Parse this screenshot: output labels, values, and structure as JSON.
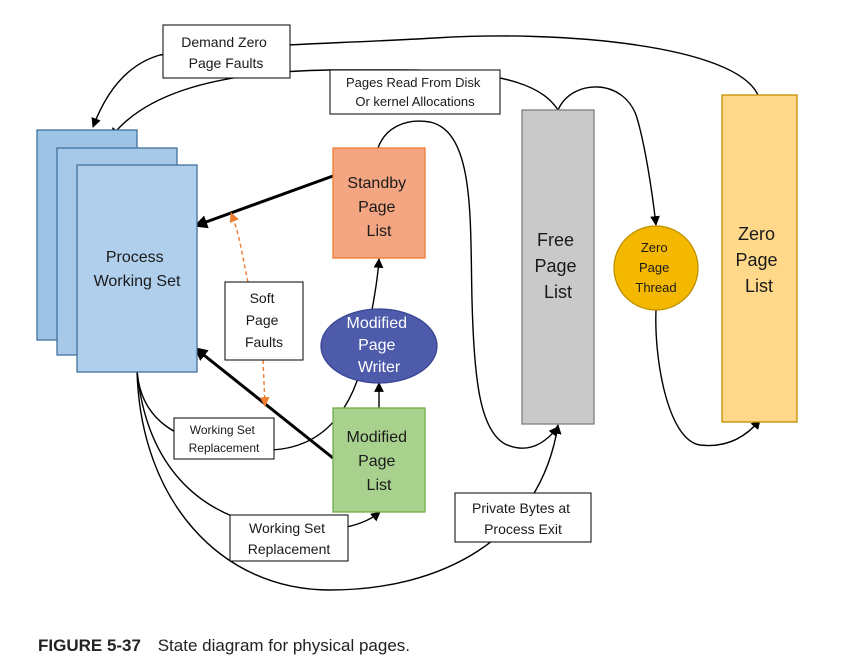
{
  "labels": {
    "process_working_set": [
      "Process",
      "Working Set"
    ],
    "standby_list": [
      "Standby",
      "Page",
      "List"
    ],
    "modified_writer": [
      "Modified",
      "Page",
      "Writer"
    ],
    "modified_list": [
      "Modified",
      "Page",
      "List"
    ],
    "free_list": [
      "Free",
      "Page",
      "List"
    ],
    "zero_thread": [
      "Zero",
      "Page",
      "Thread"
    ],
    "zero_list": [
      "Zero",
      "Page",
      "List"
    ],
    "demand_zero": [
      "Demand Zero",
      "Page Faults"
    ],
    "pages_read": [
      "Pages Read From Disk",
      "Or kernel Allocations"
    ],
    "soft_faults": [
      "Soft",
      "Page",
      "Faults"
    ],
    "ws_replacement_1": [
      "Working Set",
      "Replacement"
    ],
    "ws_replacement_2": [
      "Working Set",
      "Replacement"
    ],
    "private_bytes": [
      "Private Bytes at",
      "Process Exit"
    ]
  },
  "caption": {
    "figure": "FIGURE 5-37",
    "text": "State diagram for physical pages."
  },
  "colors": {
    "working_set_fill": "#9dc3e6",
    "working_set_stroke": "#41719c",
    "standby_fill": "#f4a582",
    "modified_fill": "#a9d18e",
    "writer_fill": "#4e5baa",
    "free_fill": "#c9c9c9",
    "zero_thread_fill": "#f5b800",
    "zero_list_fill": "#ffd88a",
    "soft_fault_arrow": "#ed7d31"
  }
}
